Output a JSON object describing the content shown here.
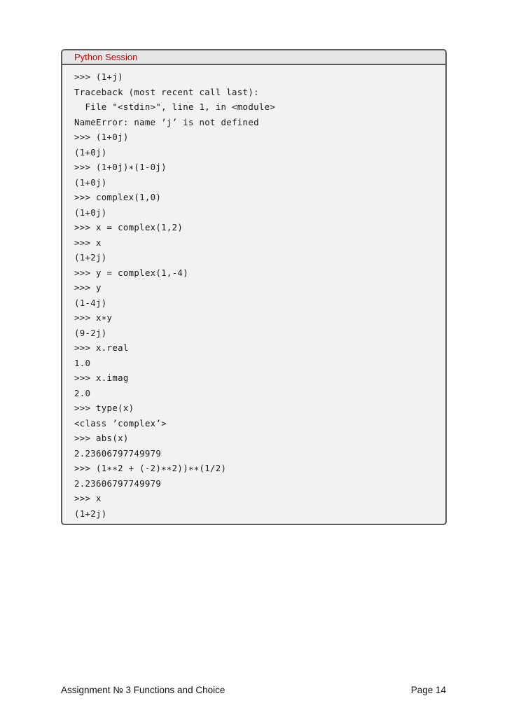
{
  "session": {
    "title": "Python Session",
    "lines": [
      ">>> (1+j)",
      "Traceback (most recent call last):",
      "  File \"<stdin>\", line 1, in <module>",
      "NameError: name ’j’ is not defined",
      ">>> (1+0j)",
      "(1+0j)",
      ">>> (1+0j)∗(1-0j)",
      "(1+0j)",
      ">>> complex(1,0)",
      "(1+0j)",
      ">>> x = complex(1,2)",
      ">>> x",
      "(1+2j)",
      ">>> y = complex(1,-4)",
      ">>> y",
      "(1-4j)",
      ">>> x∗y",
      "(9-2j)",
      ">>> x.real",
      "1.0",
      ">>> x.imag",
      "2.0",
      ">>> type(x)",
      "<class ’complex’>",
      ">>> abs(x)",
      "2.23606797749979",
      ">>> (1∗∗2 + (-2)∗∗2))∗∗(1/2)",
      "2.23606797749979",
      ">>> x",
      "(1+2j)"
    ]
  },
  "footer": {
    "left": "Assignment № 3 Functions and Choice",
    "right": "Page 14"
  }
}
